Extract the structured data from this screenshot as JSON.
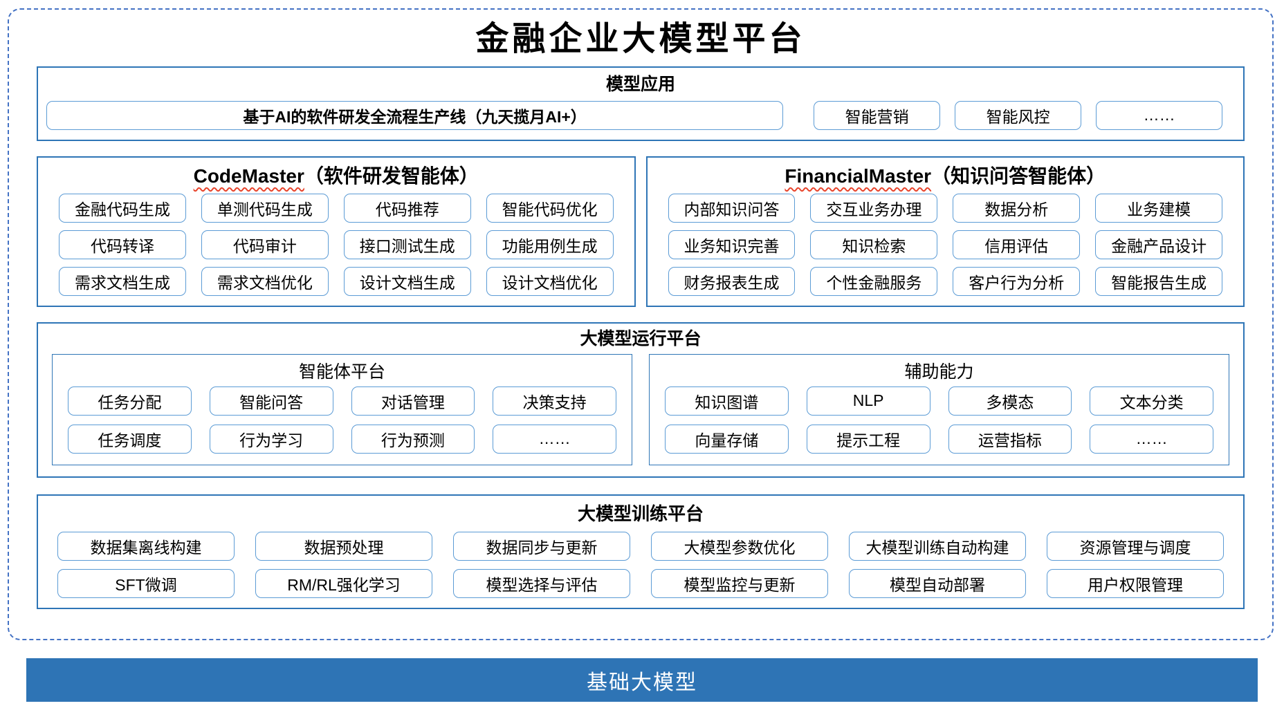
{
  "title": "金融企业大模型平台",
  "colors": {
    "outer_dashed_border": "#4472c4",
    "section_border": "#2e75b6",
    "item_border": "#5b9bd5",
    "foundation_bar_bg": "#2e74b5",
    "foundation_bar_text": "#ffffff",
    "spellcheck_squiggle": "#e8442c"
  },
  "applications": {
    "header": "模型应用",
    "main_item": "基于AI的软件研发全流程生产线（九天揽月AI+）",
    "items": [
      "智能营销",
      "智能风控",
      "……"
    ]
  },
  "agents": [
    {
      "name_en": "CodeMaster",
      "name_zh": "（软件研发智能体）",
      "items": [
        "金融代码生成",
        "单测代码生成",
        "代码推荐",
        "智能代码优化",
        "代码转译",
        "代码审计",
        "接口测试生成",
        "功能用例生成",
        "需求文档生成",
        "需求文档优化",
        "设计文档生成",
        "设计文档优化"
      ]
    },
    {
      "name_en": "FinancialMaster",
      "name_zh": "（知识问答智能体）",
      "items": [
        "内部知识问答",
        "交互业务办理",
        "数据分析",
        "业务建模",
        "业务知识完善",
        "知识检索",
        "信用评估",
        "金融产品设计",
        "财务报表生成",
        "个性金融服务",
        "客户行为分析",
        "智能报告生成"
      ]
    }
  ],
  "runtime": {
    "header": "大模型运行平台",
    "groups": [
      {
        "title": "智能体平台",
        "items": [
          "任务分配",
          "智能问答",
          "对话管理",
          "决策支持",
          "任务调度",
          "行为学习",
          "行为预测",
          "……"
        ]
      },
      {
        "title": "辅助能力",
        "items": [
          "知识图谱",
          "NLP",
          "多模态",
          "文本分类",
          "向量存储",
          "提示工程",
          "运营指标",
          "……"
        ]
      }
    ]
  },
  "training": {
    "header": "大模型训练平台",
    "items": [
      "数据集离线构建",
      "数据预处理",
      "数据同步与更新",
      "大模型参数优化",
      "大模型训练自动构建",
      "资源管理与调度",
      "SFT微调",
      "RM/RL强化学习",
      "模型选择与评估",
      "模型监控与更新",
      "模型自动部署",
      "用户权限管理"
    ]
  },
  "foundation": {
    "label": "基础大模型"
  }
}
